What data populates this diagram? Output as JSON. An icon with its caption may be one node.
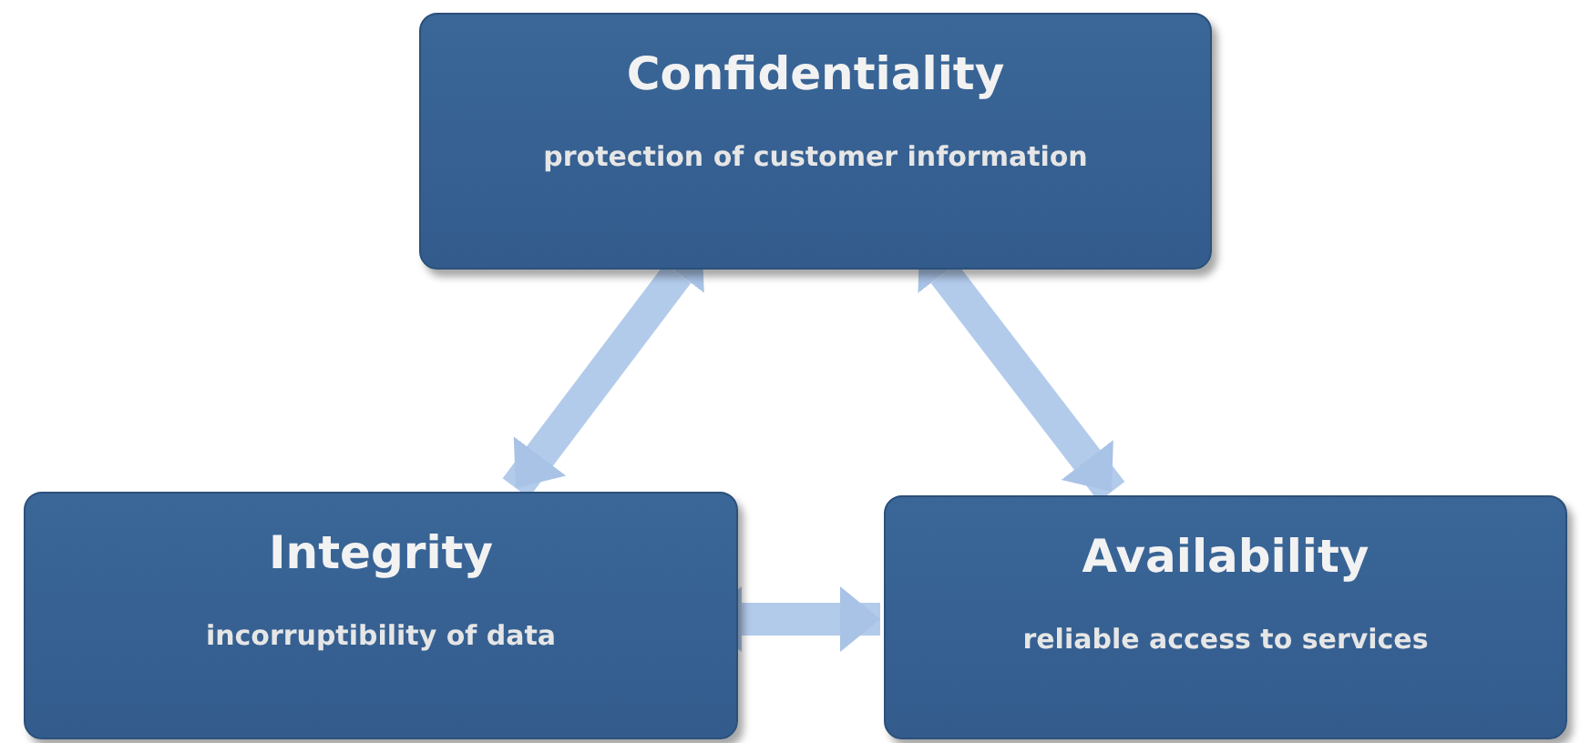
{
  "diagram": {
    "nodes": [
      {
        "text": [
          "Confidentiality",
          "protection of customer information"
        ]
      },
      {
        "text": [
          "Integrity",
          "incorruptibility of data"
        ]
      },
      {
        "text": [
          "Availability",
          "reliable access to services"
        ]
      }
    ],
    "edges": [
      {
        "from": 0,
        "to": 1,
        "arrow": "both"
      },
      {
        "from": 0,
        "to": 2,
        "arrow": "both"
      },
      {
        "from": 1,
        "to": 2,
        "arrow": "both"
      }
    ]
  }
}
